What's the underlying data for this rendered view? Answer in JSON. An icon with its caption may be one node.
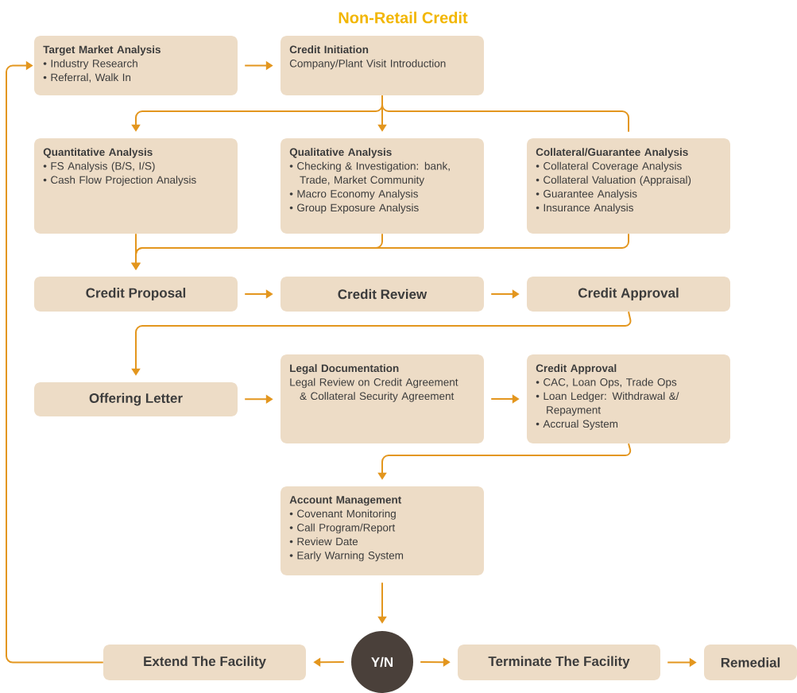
{
  "diagram": {
    "title": "Non-Retail Credit",
    "nodes": [
      {
        "text": [
          "Target Market Analysis",
          "• Industry Research",
          "• Referral, Walk In"
        ]
      },
      {
        "text": [
          "Credit Initiation",
          "Company/Plant Visit Introduction"
        ]
      },
      {
        "text": [
          "Quantitative Analysis",
          "• FS Analysis (B/S, I/S)",
          "• Cash Flow Projection Analysis"
        ]
      },
      {
        "text": [
          "Qualitative Analysis",
          "• Checking & Investigation: bank, Trade, Market Community",
          "• Macro Economy Analysis",
          "• Group Exposure Analysis"
        ]
      },
      {
        "text": [
          "Collateral/Guarantee Analysis",
          "• Collateral Coverage Analysis",
          "• Collateral Valuation (Appraisal)",
          "• Guarantee Analysis",
          "• Insurance Analysis"
        ]
      },
      {
        "text": [
          "Credit Proposal"
        ]
      },
      {
        "text": [
          "Credit Review"
        ]
      },
      {
        "text": [
          "Credit Approval"
        ]
      },
      {
        "text": [
          "Offering Letter"
        ]
      },
      {
        "text": [
          "Legal Documentation",
          "Legal Review on Credit Agreement & Collateral Security Agreement"
        ]
      },
      {
        "text": [
          "Credit Approval",
          "• CAC, Loan Ops, Trade Ops",
          "• Loan Ledger: Withdrawal &/ Repayment",
          "• Accrual System"
        ]
      },
      {
        "text": [
          "Account Management",
          "• Covenant Monitoring",
          "• Call Program/Report",
          "• Review Date",
          "• Early Warning System"
        ]
      },
      {
        "text": [
          "Y/N"
        ]
      },
      {
        "text": [
          "Extend The Facility"
        ]
      },
      {
        "text": [
          "Terminate The Facility"
        ]
      },
      {
        "text": [
          "Remedial"
        ]
      }
    ],
    "edges": [
      {
        "from": 0,
        "to": 1,
        "arrow": "to"
      },
      {
        "from": 1,
        "to": 2,
        "arrow": "to"
      },
      {
        "from": 1,
        "to": 3,
        "arrow": "to"
      },
      {
        "from": 1,
        "to": 4,
        "arrow": "none"
      },
      {
        "from": 2,
        "to": 5,
        "arrow": "to"
      },
      {
        "from": 3,
        "to": 5,
        "arrow": "to"
      },
      {
        "from": 4,
        "to": 5,
        "arrow": "to"
      },
      {
        "from": 5,
        "to": 6,
        "arrow": "to"
      },
      {
        "from": 6,
        "to": 7,
        "arrow": "to"
      },
      {
        "from": 7,
        "to": 8,
        "arrow": "to"
      },
      {
        "from": 8,
        "to": 9,
        "arrow": "to"
      },
      {
        "from": 9,
        "to": 10,
        "arrow": "to"
      },
      {
        "from": 10,
        "to": 11,
        "arrow": "to"
      },
      {
        "from": 11,
        "to": 12,
        "arrow": "to"
      },
      {
        "from": 12,
        "to": 13,
        "arrow": "to"
      },
      {
        "from": 12,
        "to": 14,
        "arrow": "to"
      },
      {
        "from": 14,
        "to": 15,
        "arrow": "to"
      },
      {
        "from": 13,
        "to": 0,
        "arrow": "to"
      }
    ]
  }
}
